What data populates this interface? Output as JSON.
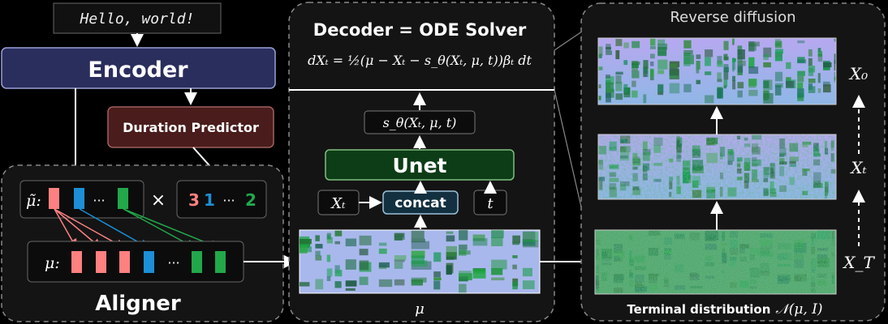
{
  "input_text": "Hello, world!",
  "encoder_label": "Encoder",
  "duration_predictor_label": "Duration Predictor",
  "aligner_label": "Aligner",
  "mu_tilde_label": "μ̃:",
  "mu_label": "μ:",
  "times_symbol": "×",
  "ellipsis": "···",
  "durations": [
    "3",
    "1",
    "···",
    "2"
  ],
  "decoder_title": "Decoder = ODE Solver",
  "decoder_equation": "dXₜ = ½(μ − Xₜ − s_θ(Xₜ, μ, t))βₜ dt",
  "score_label": "s_θ(Xₜ, μ, t)",
  "unet_label": "Unet",
  "xt_label": "Xₜ",
  "concat_label": "concat",
  "t_label": "t",
  "mu_bottom_label": "μ",
  "reverse_title": "Reverse diffusion",
  "x0_label": "X₀",
  "xt_right_label": "Xₜ",
  "xT_label": "X_T",
  "terminal_label": "Terminal distribution",
  "terminal_formula": "𝒩(μ, I)",
  "colors": {
    "encoder": "#2a2e5c",
    "duration": "#4a1c1c",
    "unet": "#0d3d16",
    "concat": "#123040",
    "red": "#ff8080",
    "blue": "#1c8fd6",
    "green": "#22a84a"
  }
}
